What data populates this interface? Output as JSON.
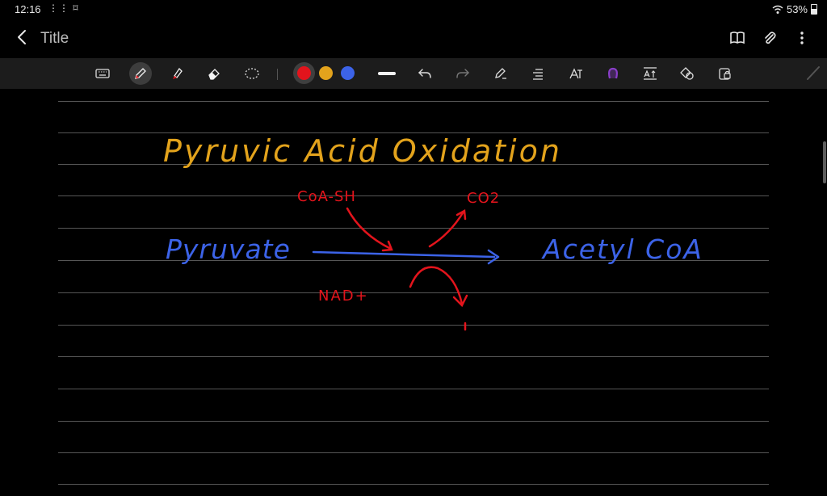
{
  "status_bar": {
    "time": "12:16",
    "battery": "53%"
  },
  "header": {
    "title": "Title"
  },
  "toolbar": {
    "tools": [
      "keyboard-icon",
      "pen-icon",
      "highlighter-icon",
      "eraser-icon",
      "lasso-icon"
    ],
    "colors": [
      "#e3141c",
      "#e3a31c",
      "#3c63e8"
    ],
    "selected_color": "#e3141c",
    "actions": [
      "stroke-width-icon",
      "undo-icon",
      "redo-icon",
      "pen-settings-icon",
      "align-icon",
      "text-recognition-icon",
      "shape-icon",
      "text-spacing-icon",
      "shapes-icon",
      "lock-icon"
    ]
  },
  "note": {
    "title_text": "Pyruvic Acid Oxidation",
    "reactant": "Pyruvate",
    "product": "Acetyl CoA",
    "input_cofactor": "CoA-SH",
    "output_gas": "CO2",
    "electron_carrier": "NAD+",
    "ink_colors": {
      "title": "#e3a31c",
      "main": "#3c63e8",
      "cofactors": "#e3141c"
    }
  }
}
